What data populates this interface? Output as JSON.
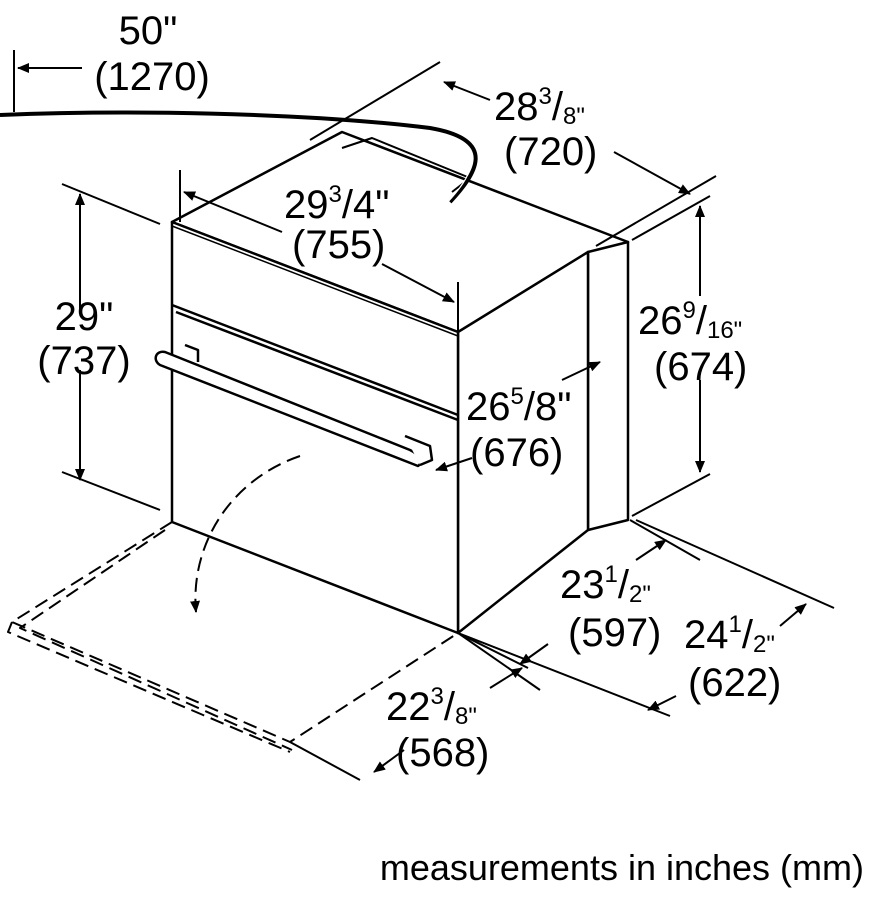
{
  "dimensions": {
    "cord_length": {
      "in": "50\"",
      "mm": "(1270)"
    },
    "overall_depth": {
      "whole": "28",
      "num": "3",
      "den": "8\"",
      "mm": "(720)"
    },
    "overall_width": {
      "whole": "29",
      "num": "3",
      "den": "4\"",
      "mm": "(755)"
    },
    "overall_height": {
      "in": "29\"",
      "mm": "(737)"
    },
    "body_height": {
      "whole": "26",
      "num": "9",
      "den": "16\"",
      "mm": "(674)"
    },
    "body_width": {
      "whole": "26",
      "num": "5",
      "den": "8\"",
      "mm": "(676)"
    },
    "body_depth": {
      "whole": "23",
      "num": "1",
      "den": "2\"",
      "mm": "(597)"
    },
    "total_depth": {
      "whole": "24",
      "num": "1",
      "den": "2\"",
      "mm": "(622)"
    },
    "door_open_depth": {
      "whole": "22",
      "num": "3",
      "den": "8\"",
      "mm": "(568)"
    }
  },
  "caption": "measurements in inches (mm)"
}
